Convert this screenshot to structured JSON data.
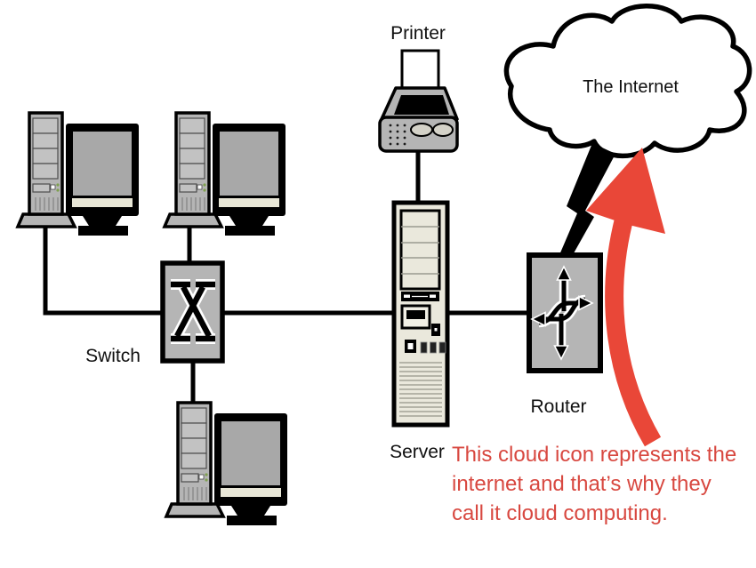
{
  "title": "Network diagram: cloud computing",
  "colors": {
    "background": "#ffffff",
    "outline": "#000000",
    "device_gray": "#b5b5b5",
    "screen_gray": "#a8a8a8",
    "server_beige": "#eae8dc",
    "strip_beige": "#e8e6d6",
    "arrow_red": "#e94738",
    "annotation_red": "#d84840",
    "led_green": "#7fa050"
  },
  "labels": {
    "printer": "Printer",
    "switch": "Switch",
    "server": "Server",
    "router": "Router",
    "internet": "The Internet"
  },
  "annotation": {
    "line1": "This cloud icon represents the",
    "line2": "internet and that’s why they",
    "line3": "call it cloud computing."
  },
  "nodes": [
    {
      "id": "workstation-1",
      "type": "workstation"
    },
    {
      "id": "workstation-2",
      "type": "workstation"
    },
    {
      "id": "workstation-3",
      "type": "workstation"
    },
    {
      "id": "switch",
      "type": "switch",
      "label": "Switch"
    },
    {
      "id": "server",
      "type": "server",
      "label": "Server"
    },
    {
      "id": "printer",
      "type": "printer",
      "label": "Printer"
    },
    {
      "id": "router",
      "type": "router",
      "label": "Router"
    },
    {
      "id": "internet",
      "type": "cloud",
      "label": "The Internet"
    }
  ],
  "connections": [
    [
      "workstation-1",
      "switch"
    ],
    [
      "workstation-2",
      "switch"
    ],
    [
      "workstation-3",
      "switch"
    ],
    [
      "switch",
      "server"
    ],
    [
      "printer",
      "server"
    ],
    [
      "server",
      "router"
    ],
    [
      "router",
      "internet"
    ]
  ]
}
